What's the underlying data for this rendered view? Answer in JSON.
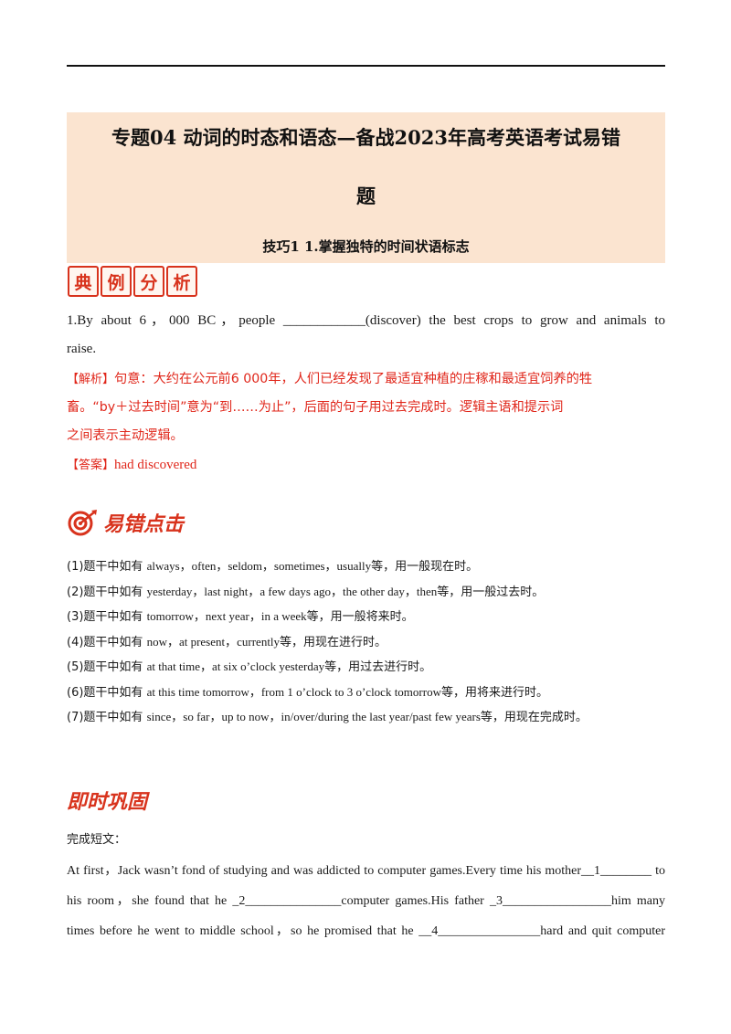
{
  "header": {
    "title_line1": "专题04  动词的时态和语态—备战2023年高考英语考试易错",
    "title_line2": "题",
    "subtitle": "技巧1    1.掌握独特的时间状语标志",
    "band_color": "#fbe4d0"
  },
  "example_stamp": [
    "典",
    "例",
    "分",
    "析"
  ],
  "question1": {
    "line1": "1.By about 6，000 BC，people ____________(discover) the best crops to grow and animals to",
    "line2": "raise."
  },
  "analysis": {
    "label": "【解析】",
    "text_line1": "句意：大约在公元前6 000年，人们已经发现了最适宜种植的庄稼和最适宜饲养的牲",
    "text_line2": "畜。“by＋过去时间”意为“到……为止”，后面的句子用过去完成时。逻辑主语和提示词",
    "text_line3": "之间表示主动逻辑。"
  },
  "answer": {
    "label": "【答案】",
    "text": "had discovered"
  },
  "tips_section": {
    "heading": "易错点击",
    "icon": "target-icon",
    "items": [
      {
        "prefix": "(1)题干中如有 ",
        "en": "always，often，seldom，sometimes，usually",
        "suffix": "等，用一般现在时。"
      },
      {
        "prefix": "(2)题干中如有 ",
        "en": "yesterday，last night，a few days ago，the other day，then",
        "suffix": "等，用一般过去时。"
      },
      {
        "prefix": "(3)题干中如有 ",
        "en": "tomorrow，next year，in a week",
        "suffix": "等，用一般将来时。"
      },
      {
        "prefix": "(4)题干中如有 ",
        "en": "now，at present，currently",
        "suffix": "等，用现在进行时。"
      },
      {
        "prefix": "(5)题干中如有 ",
        "en": "at that time，at six o’clock yesterday",
        "suffix": "等，用过去进行时。"
      },
      {
        "prefix": "(6)题干中如有 ",
        "en": "at this time tomorrow，from 1 o’clock to 3 o’clock tomorrow",
        "suffix": "等，用将来进行时。"
      },
      {
        "prefix": "(7)题干中如有 ",
        "en": "since，so far，up to now，in/over/during the last year/past few years",
        "suffix": "等，用现在完成时。"
      }
    ]
  },
  "recall_section": {
    "heading": "即时巩固",
    "intro": "完成短文：",
    "lines": [
      "At first，Jack wasn’t fond of studying and was addicted to computer games.Every time his mother__1________  to",
      "his room，she found that he _2_______________computer games.His father _3_________________him many",
      "times before he went to middle school，so he promised that he __4________________hard and quit computer"
    ]
  },
  "colors": {
    "accent_red": "#e0261a",
    "stamp_red": "#d8331d"
  }
}
